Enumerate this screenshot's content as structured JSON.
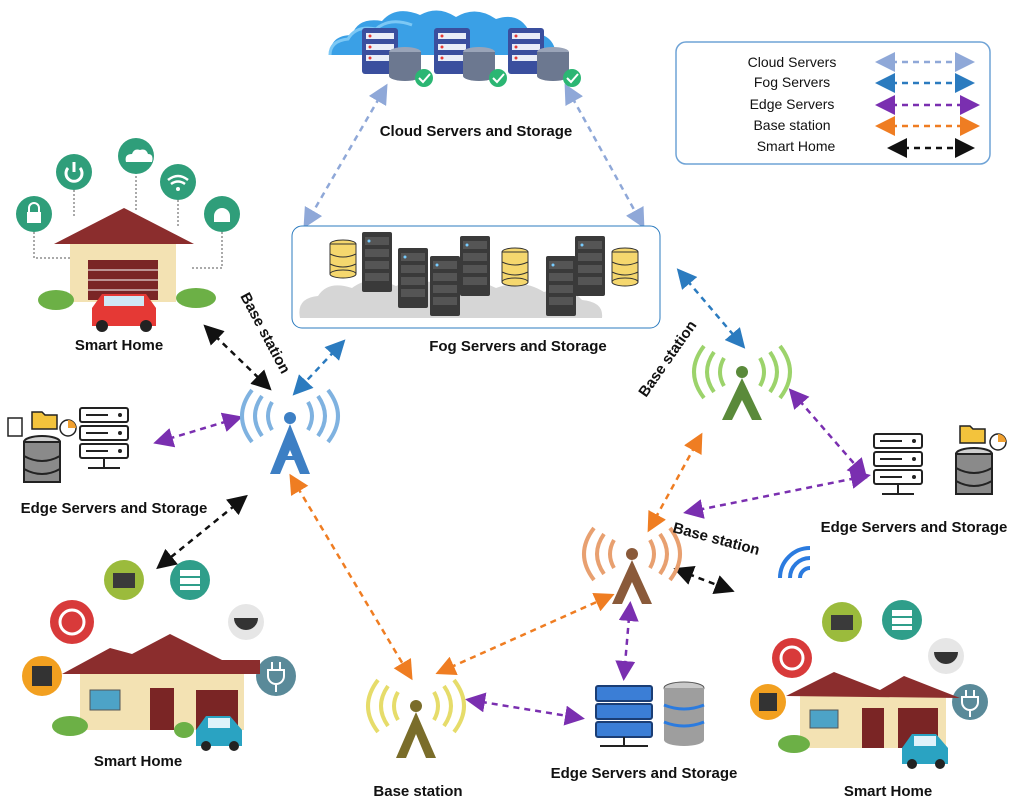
{
  "labels": {
    "cloud": "Cloud Servers and Storage",
    "fog": "Fog Servers and Storage",
    "edge_left": "Edge Servers and Storage",
    "edge_right": "Edge Servers and Storage",
    "edge_bottom": "Edge Servers and Storage",
    "home_top_left": "Smart Home",
    "home_bottom_left": "Smart Home",
    "home_bottom_right": "Smart Home",
    "bs_left": "Base station",
    "bs_right": "Base station",
    "bs_center": "Base station",
    "bs_bottom": "Base station"
  },
  "legend": {
    "items": [
      {
        "label": "Cloud Servers",
        "color": "#8fa8d8"
      },
      {
        "label": "Fog Servers",
        "color": "#2b7bbf"
      },
      {
        "label": "Edge Servers",
        "color": "#7a2fb0"
      },
      {
        "label": "Base station",
        "color": "#ef7d22"
      },
      {
        "label": "Smart Home",
        "color": "#111111"
      }
    ]
  },
  "colors": {
    "tower_left": "#3d7fc4",
    "tower_right": "#8bc34a",
    "tower_center": "#e07b39",
    "tower_bottom": "#e0cf3f",
    "roof": "#8b2d2d",
    "wall": "#f3e2b3"
  }
}
